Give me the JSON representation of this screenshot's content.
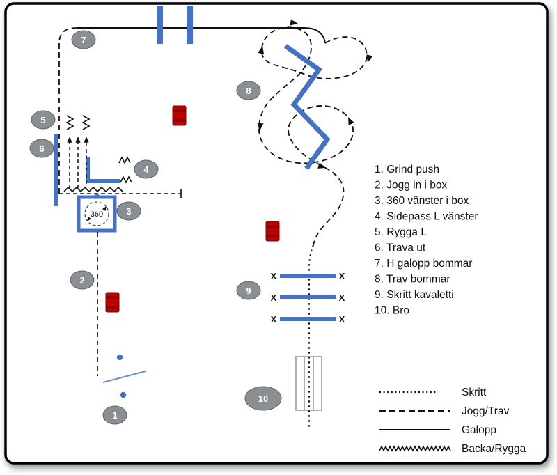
{
  "diagram": {
    "exercises": [
      "1. Grind push",
      "2. Jogg in i box",
      "3. 360 vänster i box",
      "4. Sidepass L vänster",
      "5. Rygga L",
      "6. Trava ut",
      "7. H galopp bommar",
      "8. Trav bommar",
      "9. Skritt kavaletti",
      "10. Bro"
    ],
    "marker_labels": [
      "1",
      "2",
      "3",
      "4",
      "5",
      "6",
      "7",
      "8",
      "9",
      "10"
    ],
    "box_label": "360",
    "x_marker": "X",
    "legend_labels": [
      "Skritt",
      "Jogg/Trav",
      "Galopp",
      "Backa/Rygga"
    ],
    "colors": {
      "obstacle_blue": "#4472C4",
      "barrel_red": "#C00000",
      "marker_gray": "#8A8F94",
      "path_black": "#111111"
    }
  }
}
